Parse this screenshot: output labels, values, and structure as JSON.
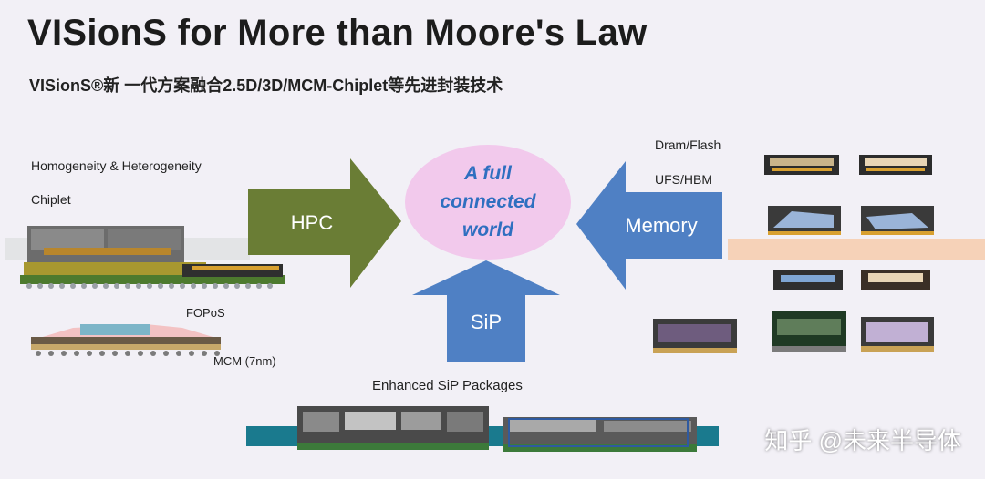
{
  "header": {
    "title": "VISionS for More than Moore's Law",
    "subtitle": "VISionS®新 一代方案融合2.5D/3D/MCM-Chiplet等先进封装技术"
  },
  "left": {
    "label_homogeneity": "Homogeneity & Heterogeneity",
    "label_chiplet": "Chiplet",
    "label_fopos": "FOPoS",
    "label_mcm": "MCM (7nm)"
  },
  "right": {
    "label_dram": "Dram/Flash",
    "label_ufs": "UFS/HBM"
  },
  "center": {
    "ellipse_line1": "A full",
    "ellipse_line2": "connected",
    "ellipse_line3": "world",
    "arrow_hpc": "HPC",
    "arrow_memory": "Memory",
    "arrow_sip": "SiP"
  },
  "bottom": {
    "label_enhanced_sip": "Enhanced SiP Packages"
  },
  "watermark": "知乎 @未来半导体",
  "colors": {
    "hpc_arrow": "#6a7d35",
    "memory_arrow": "#4f80c4",
    "sip_arrow": "#4f80c4",
    "ellipse_fill": "#f2c9ec",
    "ellipse_text": "#2f6fc0"
  }
}
